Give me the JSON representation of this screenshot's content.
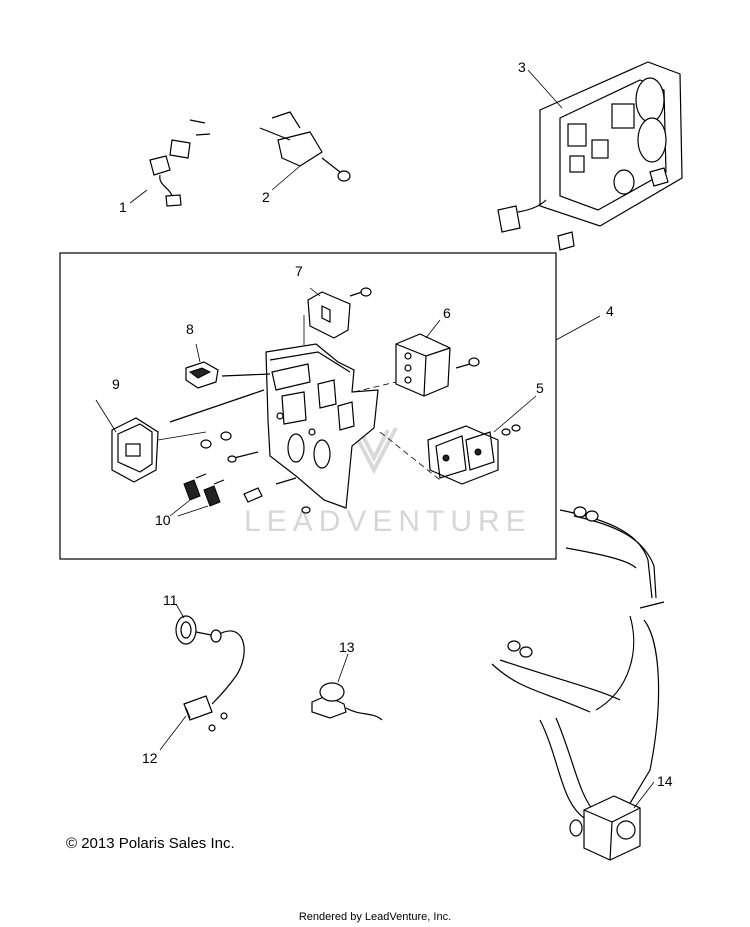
{
  "callouts": [
    {
      "id": "1",
      "text": "1"
    },
    {
      "id": "2",
      "text": "2"
    },
    {
      "id": "3",
      "text": "3"
    },
    {
      "id": "4",
      "text": "4"
    },
    {
      "id": "5",
      "text": "5"
    },
    {
      "id": "6",
      "text": "6"
    },
    {
      "id": "7",
      "text": "7"
    },
    {
      "id": "8",
      "text": "8"
    },
    {
      "id": "9",
      "text": "9"
    },
    {
      "id": "10",
      "text": "10"
    },
    {
      "id": "11",
      "text": "11"
    },
    {
      "id": "12",
      "text": "12"
    },
    {
      "id": "13",
      "text": "13"
    },
    {
      "id": "14",
      "text": "14"
    }
  ],
  "watermark": "LEADVENTURE",
  "copyright": "© 2013 Polaris Sales Inc.",
  "footer": "Rendered by LeadVenture, Inc."
}
